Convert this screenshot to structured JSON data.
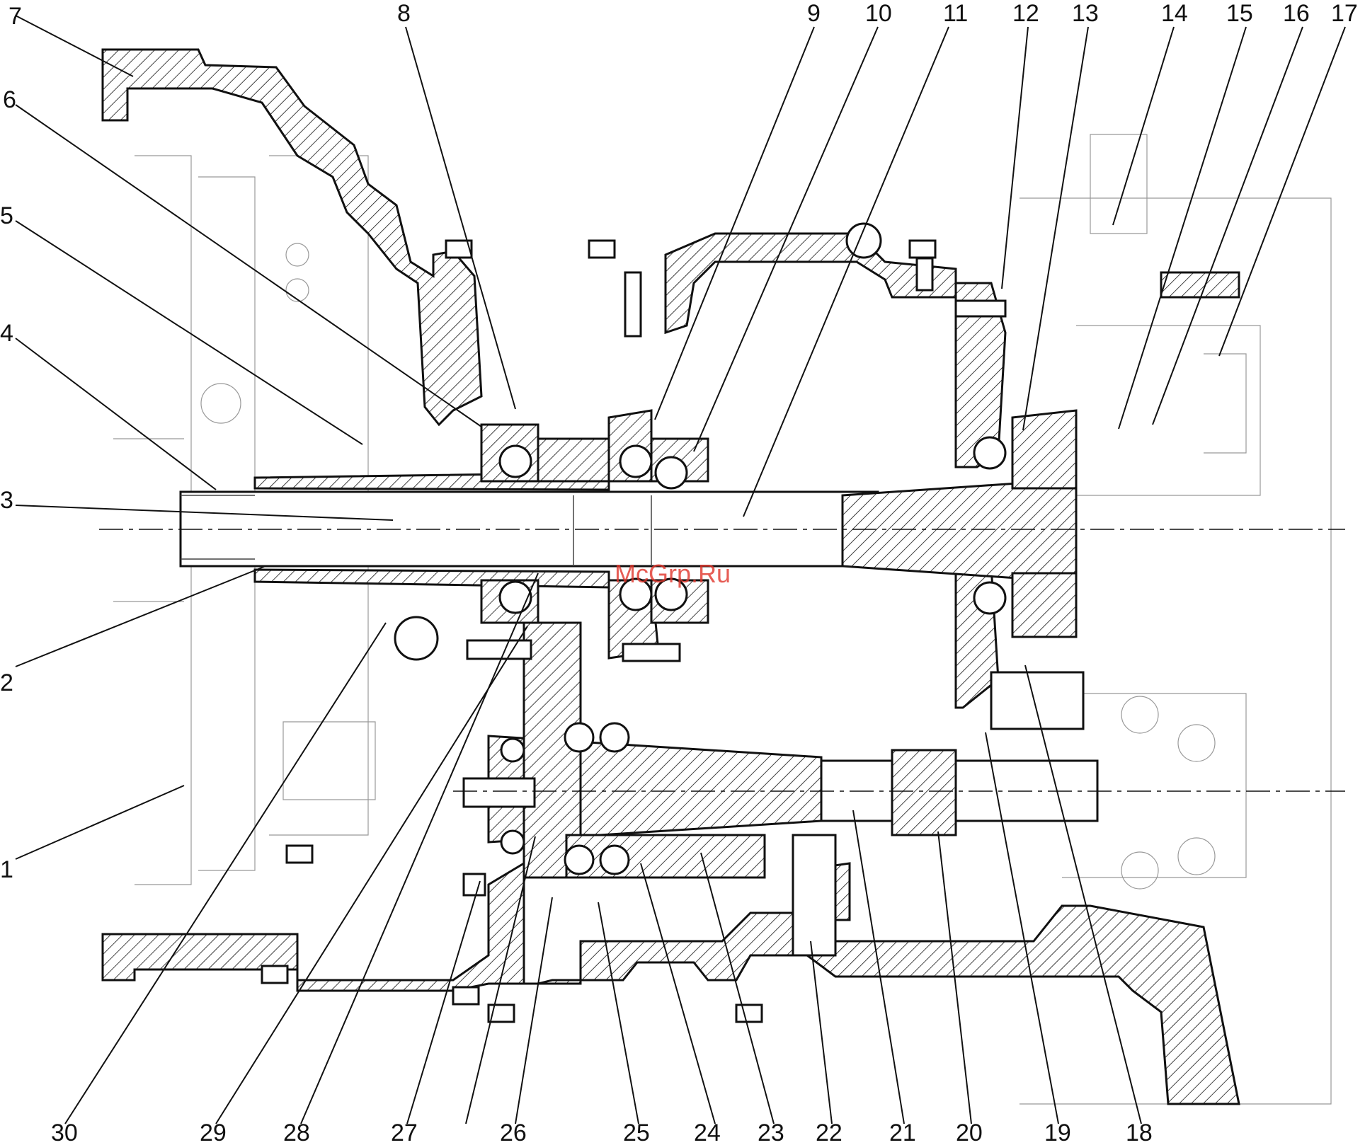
{
  "watermark": "McGrp.Ru",
  "labels_top": [
    "7",
    "6",
    "5",
    "4",
    "3",
    "2",
    "1",
    "8",
    "9",
    "10",
    "11",
    "12",
    "13",
    "14",
    "15",
    "16",
    "17"
  ],
  "labels_bottom": [
    "30",
    "29",
    "28",
    "27",
    "26",
    "25",
    "24",
    "23",
    "22",
    "21",
    "20",
    "19",
    "18"
  ]
}
